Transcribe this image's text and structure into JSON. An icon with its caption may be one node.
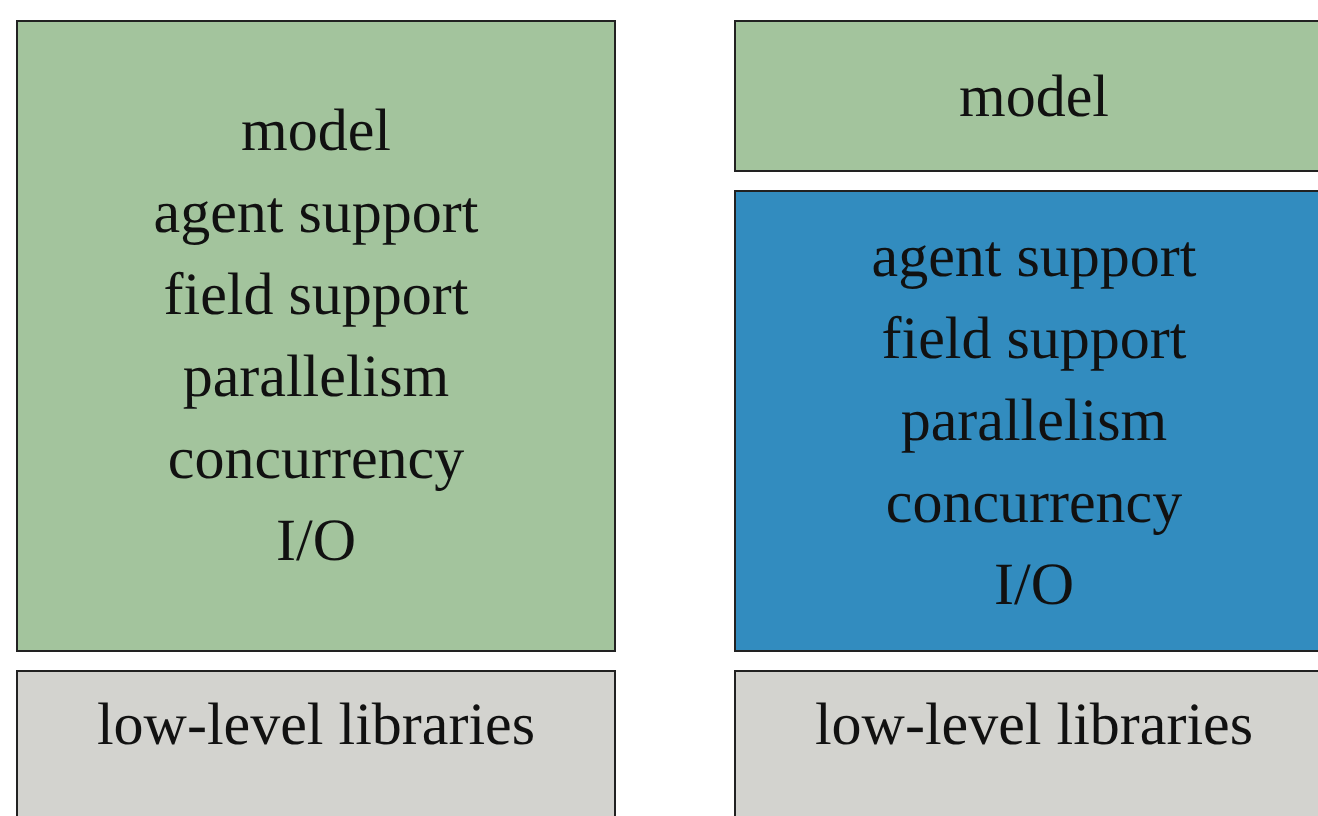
{
  "diagram": {
    "nodes": [
      {
        "text": [
          "model",
          "agent support",
          "field support",
          "parallelism",
          "concurrency",
          "I/O"
        ]
      },
      {
        "text": [
          "low-level libraries"
        ]
      },
      {
        "text": [
          "model"
        ]
      },
      {
        "text": [
          "agent support",
          "field support",
          "parallelism",
          "concurrency",
          "I/O"
        ]
      },
      {
        "text": [
          "low-level libraries"
        ]
      }
    ]
  }
}
